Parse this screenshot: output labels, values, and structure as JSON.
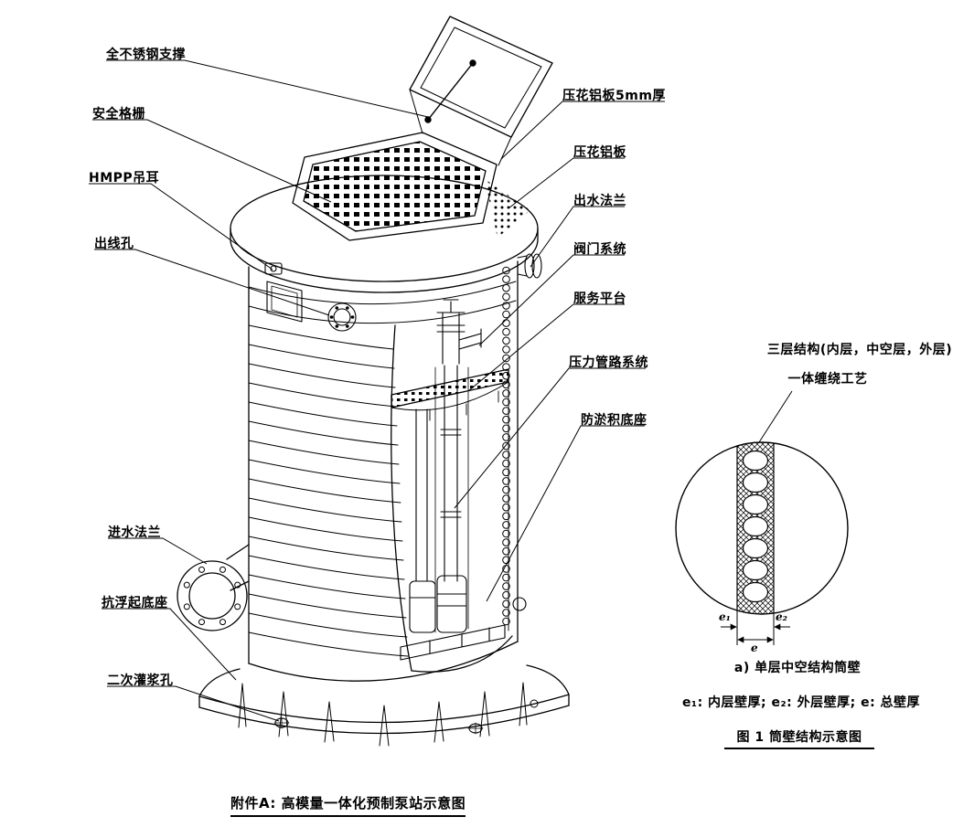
{
  "diagram": {
    "labels_left": [
      {
        "text": "全不锈钢支撑"
      },
      {
        "text": "安全格栅"
      },
      {
        "text": "HMPP吊耳"
      },
      {
        "text": "出线孔"
      },
      {
        "text": "进水法兰"
      },
      {
        "text": "抗浮起底座"
      },
      {
        "text": "二次灌浆孔"
      }
    ],
    "labels_right": [
      {
        "text": "压花铝板5mm厚"
      },
      {
        "text": "压花铝板"
      },
      {
        "text": "出水法兰"
      },
      {
        "text": "阀门系统"
      },
      {
        "text": "服务平台"
      },
      {
        "text": "压力管路系统"
      },
      {
        "text": "防淤积底座"
      }
    ],
    "detail": {
      "note_line1": "三层结构(内层，中空层，外层)",
      "note_line2": "一体缠绕工艺",
      "dim_e1": "e₁",
      "dim_e2": "e₂",
      "dim_e": "e",
      "caption": "a) 单层中空结构筒壁",
      "legend": "e₁: 内层壁厚; e₂: 外层壁厚; e: 总壁厚",
      "figure_title": "图 1 筒壁结构示意图"
    },
    "footer_caption": "附件A: 高模量一体化预制泵站示意图",
    "colors": {
      "line": "#000000",
      "background": "#ffffff"
    }
  }
}
